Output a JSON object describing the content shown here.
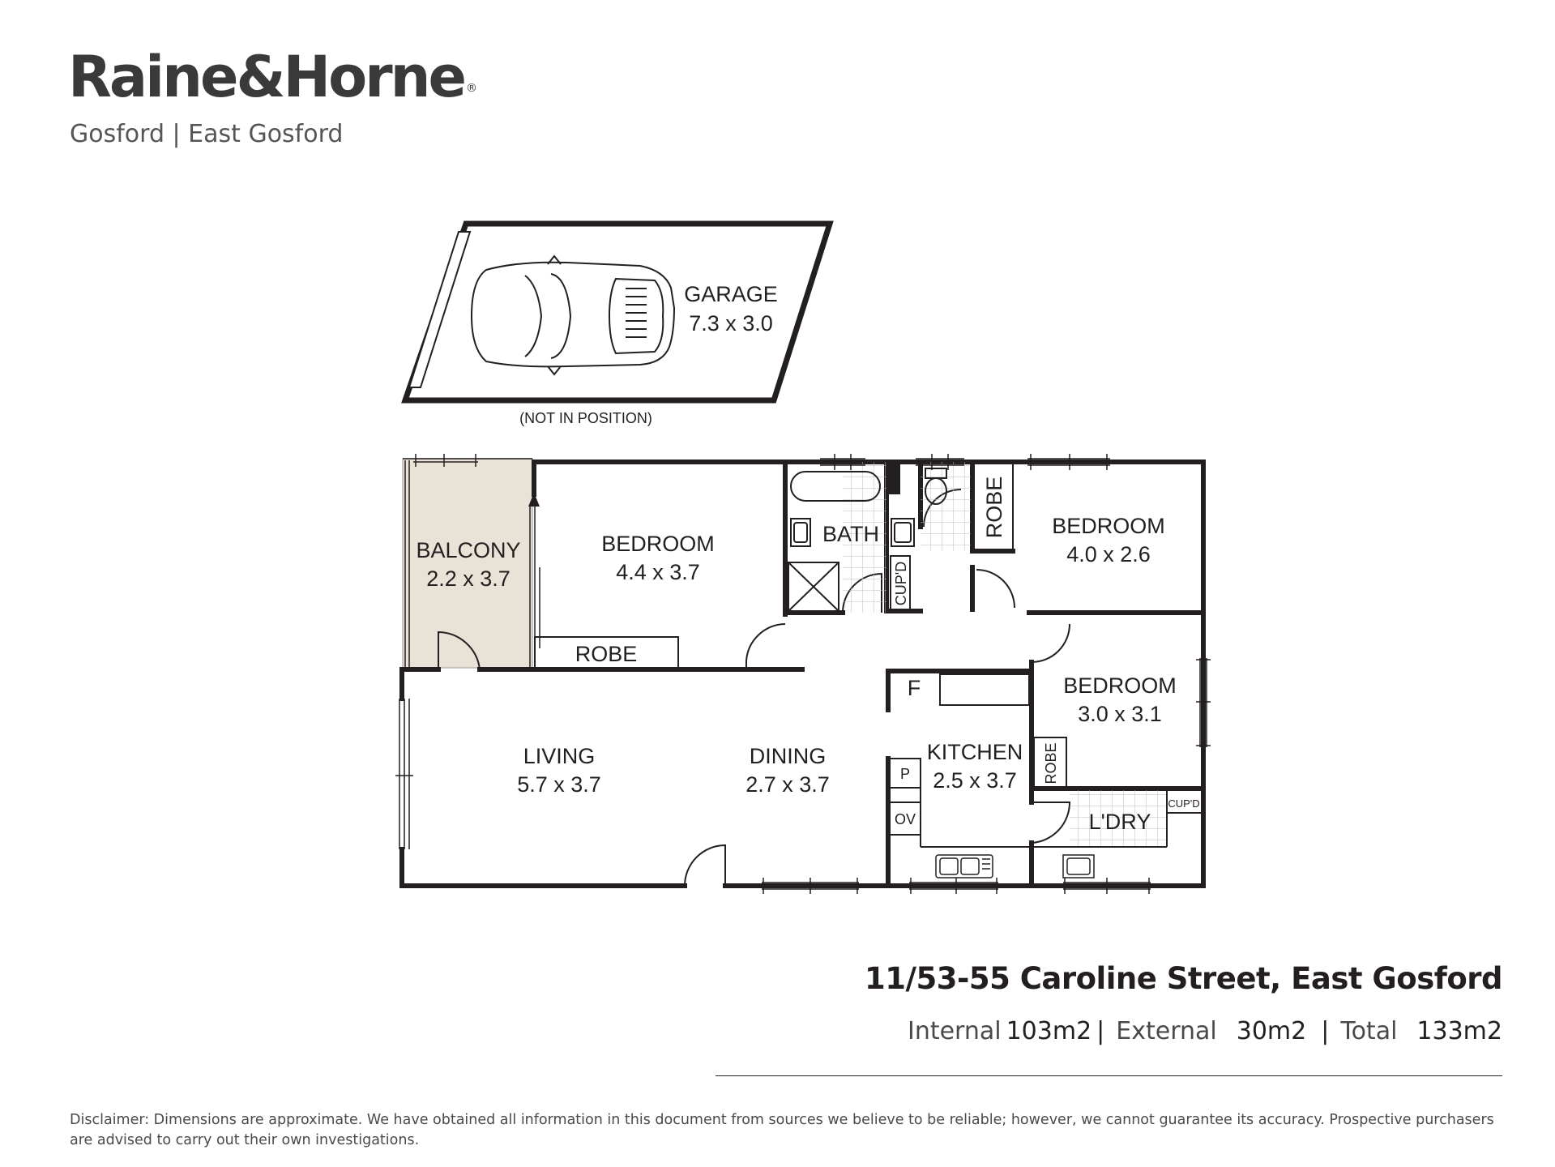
{
  "brand": {
    "logo_text": "Raine&Horne",
    "registered_mark": "®",
    "office": "Gosford | East Gosford"
  },
  "plan": {
    "garage": {
      "name": "GARAGE",
      "dims": "7.3 x 3.0",
      "note": "(NOT IN POSITION)"
    },
    "balcony": {
      "name": "BALCONY",
      "dims": "2.2 x 3.7"
    },
    "bedroom_main": {
      "name": "BEDROOM",
      "dims": "4.4 x 3.7"
    },
    "robe_main": "ROBE",
    "bath": "BATH",
    "cupd_hall": "CUP'D",
    "robe_bed2": "ROBE",
    "bedroom_2": {
      "name": "BEDROOM",
      "dims": "4.0 x 2.6"
    },
    "bedroom_3": {
      "name": "BEDROOM",
      "dims": "3.0 x 3.1"
    },
    "robe_bed3": "ROBE",
    "fridge": "F",
    "pantry": "P",
    "oven": "OV",
    "kitchen": {
      "name": "KITCHEN",
      "dims": "2.5 x 3.7"
    },
    "laundry": "L'DRY",
    "cupd_laundry": "CUP'D",
    "living": {
      "name": "LIVING",
      "dims": "5.7 x 3.7"
    },
    "dining": {
      "name": "DINING",
      "dims": "2.7 x 3.7"
    },
    "colors": {
      "wall": "#231f20",
      "balcony_fill": "#e8e3d6",
      "tile": "#bdbdbd"
    }
  },
  "property": {
    "address": "11/53-55 Caroline Street, East Gosford",
    "internal_label": "Internal",
    "internal_value": "103m2",
    "external_label": "External",
    "external_value": "30m2",
    "total_label": "Total",
    "total_value": "133m2",
    "separator": "|"
  },
  "disclaimer": "Disclaimer: Dimensions are approximate. We have obtained all information in this document from sources we believe to be reliable; however, we cannot guarantee its accuracy. Prospective purchasers are advised to carry out their own investigations."
}
